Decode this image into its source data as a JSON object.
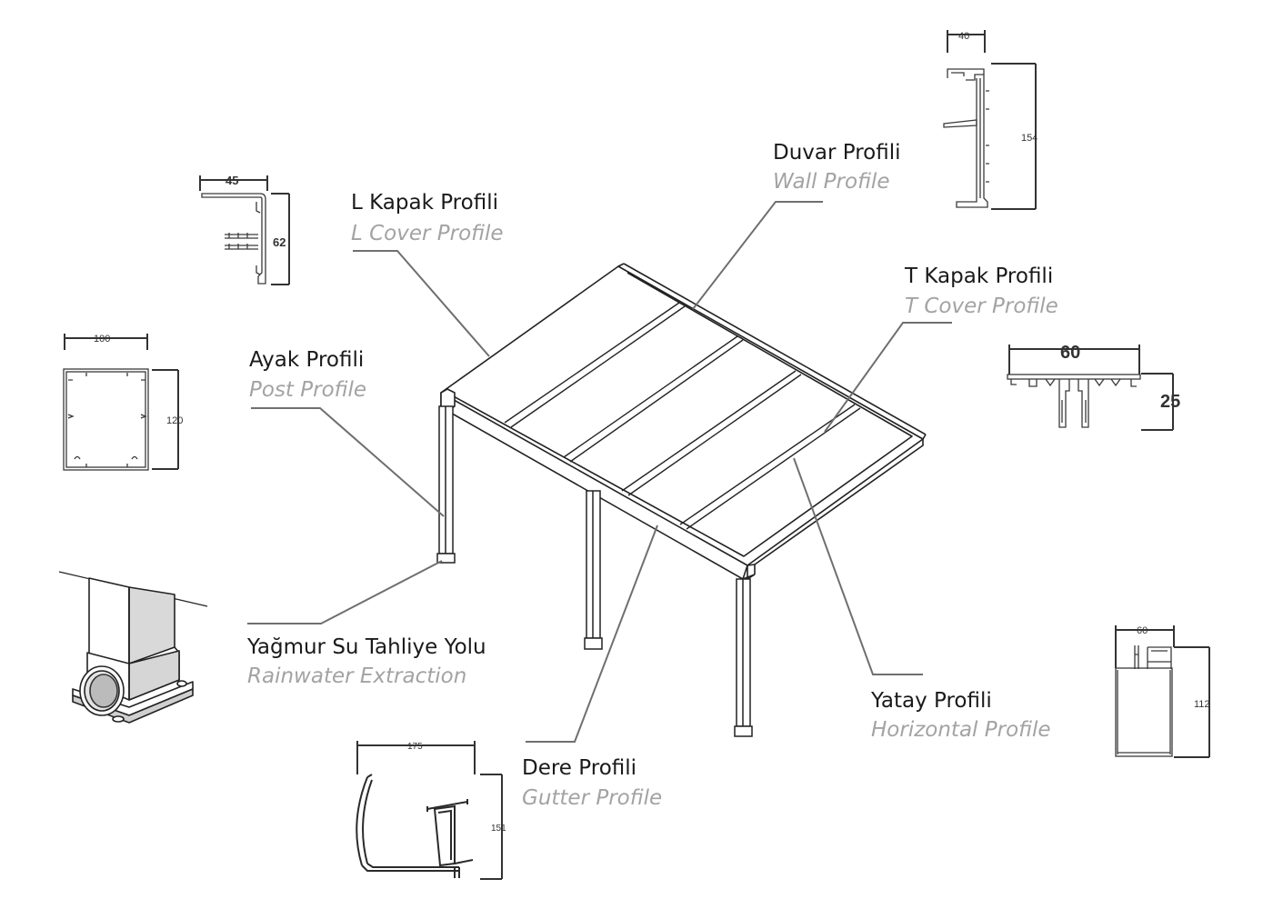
{
  "labels": {
    "wall": {
      "tr": "Duvar Profili",
      "en": "Wall Profile"
    },
    "l_cover": {
      "tr": "L Kapak Profili",
      "en": "L Cover Profile"
    },
    "t_cover": {
      "tr": "T Kapak Profili",
      "en": "T Cover Profile"
    },
    "post": {
      "tr": "Ayak Profili",
      "en": "Post Profile"
    },
    "rainwater": {
      "tr": "Yağmur Su Tahliye Yolu",
      "en": "Rainwater Extraction"
    },
    "horizontal": {
      "tr": "Yatay Profili",
      "en": "Horizontal Profile"
    },
    "gutter": {
      "tr": "Dere Profili",
      "en": "Gutter Profile"
    }
  },
  "dimensions": {
    "wall": {
      "width": "40",
      "height": "154"
    },
    "l_cover": {
      "width": "45",
      "height": "62"
    },
    "post": {
      "width": "100",
      "height": "120"
    },
    "t_cover": {
      "width": "60",
      "height": "25"
    },
    "horizontal": {
      "width": "60",
      "height": "112"
    },
    "gutter": {
      "width": "175",
      "height": "151"
    }
  },
  "colors": {
    "label_primary": "#1a1a1a",
    "label_secondary": "#a3a3a3",
    "leader_line": "#6f6f6f"
  }
}
